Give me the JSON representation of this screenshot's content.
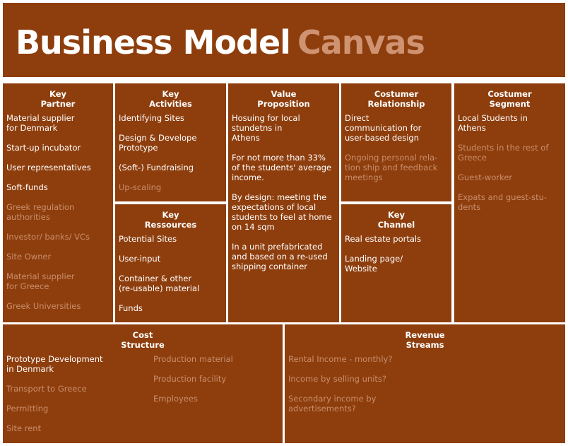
{
  "header": {
    "title_main": "Business Model",
    "title_accent": "Canvas"
  },
  "colors": {
    "block": "#8e3e0d",
    "text": "#ffffff",
    "faded": "#c98e6c",
    "accent": "#cf9372"
  },
  "sections": {
    "key_partner": {
      "title": "Key\nPartner",
      "items": [
        {
          "text": "Material supplier\nfor Denmark",
          "tone": "w"
        },
        {
          "text": "Start-up incubator",
          "tone": "w"
        },
        {
          "text": "User representatives",
          "tone": "w"
        },
        {
          "text": "Soft-funds",
          "tone": "w"
        },
        {
          "text": "Greek regulation\nauthorities",
          "tone": "f"
        },
        {
          "text": "Investor/ banks/ VCs",
          "tone": "f"
        },
        {
          "text": "Site Owner",
          "tone": "f"
        },
        {
          "text": "Material supplier\nfor Greece",
          "tone": "f"
        },
        {
          "text": "Greek Universities",
          "tone": "f"
        }
      ]
    },
    "key_activities": {
      "title": "Key\nActivities",
      "items": [
        {
          "text": "Identifying Sites",
          "tone": "w"
        },
        {
          "text": "Design & Develope\nPrototype",
          "tone": "w"
        },
        {
          "text": "(Soft-) Fundraising",
          "tone": "w"
        },
        {
          "text": "Up-scaling",
          "tone": "f"
        }
      ]
    },
    "key_resources": {
      "title": "Key\nRessources",
      "items": [
        {
          "text": "Potential Sites",
          "tone": "w"
        },
        {
          "text": "User-input",
          "tone": "w"
        },
        {
          "text": "Container & other\n(re-usable) material",
          "tone": "w"
        },
        {
          "text": "Funds",
          "tone": "w"
        }
      ]
    },
    "value_proposition": {
      "title": "Value\nProposition",
      "items": [
        {
          "text": "Hosuing for local\nstundetns in\nAthens",
          "tone": "w"
        },
        {
          "text": "For not more than 33%\nof the students' average\nincome.",
          "tone": "w"
        },
        {
          "text": "By design: meeting the\nexpectations of local\nstudents to feel at home\non 14 sqm",
          "tone": "w"
        },
        {
          "text": "In a unit prefabricated\nand based on a re-used\nshipping container",
          "tone": "w"
        }
      ]
    },
    "customer_relationship": {
      "title": "Costumer\nRelationship",
      "items": [
        {
          "text": "Direct\ncommunication for\nuser-based design",
          "tone": "w"
        },
        {
          "text": "Ongoing personal rela-\ntion ship and feedback\nmeetings",
          "tone": "f"
        }
      ]
    },
    "key_channel": {
      "title": "Key\nChannel",
      "items": [
        {
          "text": "Real estate portals",
          "tone": "w"
        },
        {
          "text": "Landing page/\nWebsite",
          "tone": "w"
        }
      ]
    },
    "customer_segment": {
      "title": "Costumer\nSegment",
      "items": [
        {
          "text": "Local Students in\nAthens",
          "tone": "w"
        },
        {
          "text": "Students in the rest of\nGreece",
          "tone": "f"
        },
        {
          "text": "Guest-worker",
          "tone": "f"
        },
        {
          "text": "Expats and guest-stu-\ndents",
          "tone": "f"
        }
      ]
    },
    "cost_structure": {
      "title": "Cost\nStructure",
      "items": [
        {
          "text": "Prototype Development\n in Denmark",
          "tone": "w"
        },
        {
          "text": "Transport to Greece",
          "tone": "f"
        },
        {
          "text": "Permitting",
          "tone": "f"
        },
        {
          "text": "Site rent",
          "tone": "f"
        }
      ],
      "items_col2": [
        {
          "text": "Production material",
          "tone": "f"
        },
        {
          "text": "Production facility",
          "tone": "f"
        },
        {
          "text": "Employees",
          "tone": "f"
        }
      ]
    },
    "revenue_streams": {
      "title": "Revenue\nStreams",
      "items": [
        {
          "text": "Rental Income - monthly?",
          "tone": "f"
        },
        {
          "text": "Income by selling units?",
          "tone": "f"
        },
        {
          "text": "Secondary income by\nadvertisements?",
          "tone": "f"
        }
      ]
    }
  }
}
